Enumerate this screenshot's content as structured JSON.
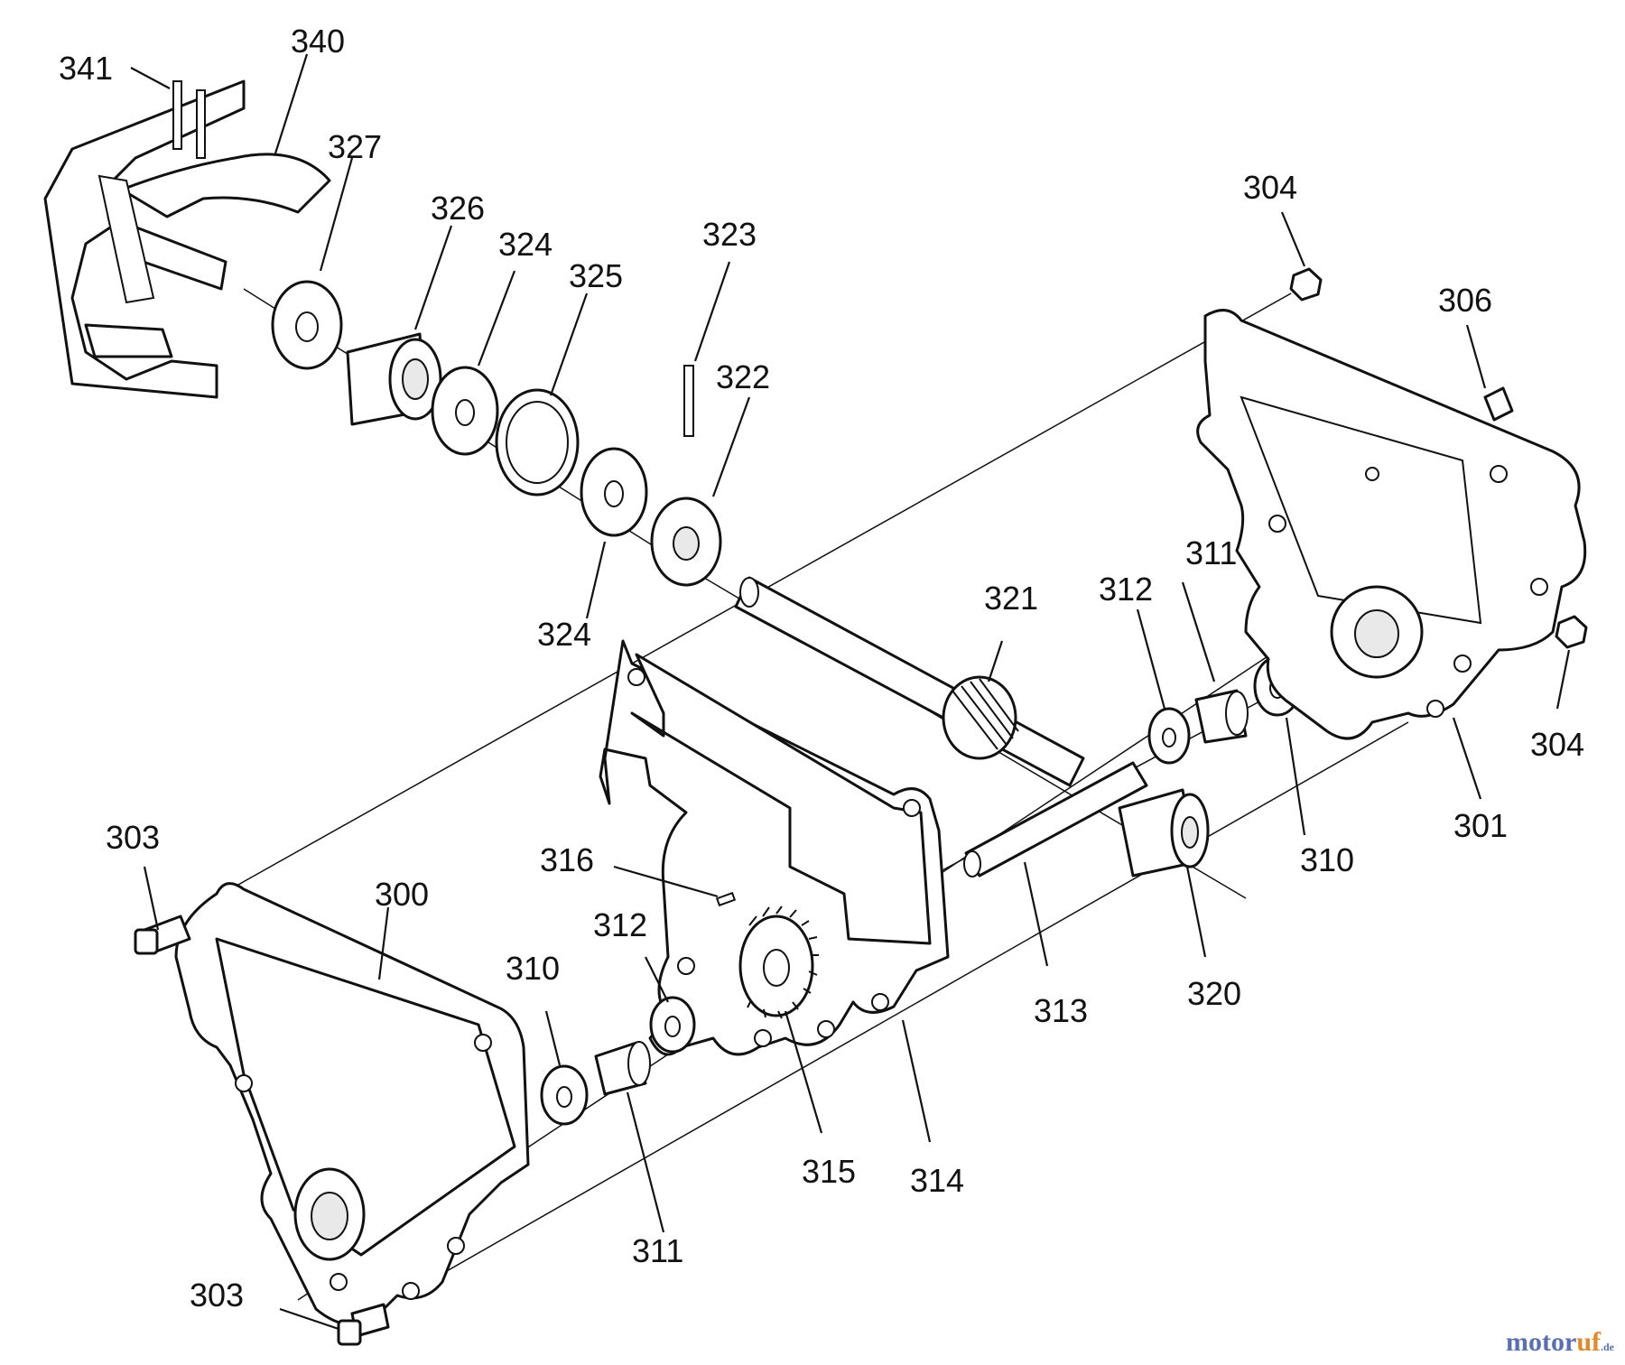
{
  "diagram": {
    "labels": {
      "p341": "341",
      "p340": "340",
      "p327": "327",
      "p326": "326",
      "p324a": "324",
      "p325": "325",
      "p323": "323",
      "p322": "322",
      "p324b": "324",
      "p304a": "304",
      "p306": "306",
      "p304b": "304",
      "p301": "301",
      "p311a": "311",
      "p312a": "312",
      "p321": "321",
      "p310a": "310",
      "p320": "320",
      "p313": "313",
      "p303a": "303",
      "p300": "300",
      "p316": "316",
      "p312b": "312",
      "p310b": "310",
      "p315": "315",
      "p314": "314",
      "p311b": "311",
      "p303b": "303"
    }
  },
  "watermark": {
    "brand_a": "motor",
    "brand_b": "uf",
    "tld": ".de"
  }
}
